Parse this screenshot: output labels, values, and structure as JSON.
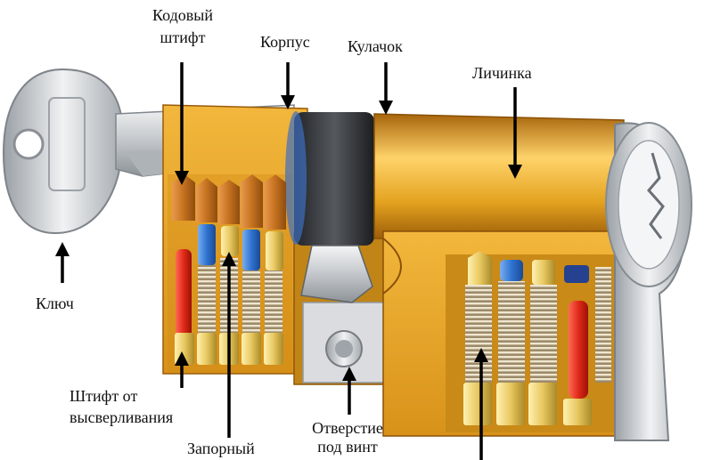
{
  "labels": {
    "code_pin_l1": "Кодовый",
    "code_pin_l2": "штифт",
    "body": "Корпус",
    "cam": "Кулачок",
    "plug": "Личинка",
    "key": "Ключ",
    "drill_pin_l1": "Штифт от",
    "drill_pin_l2": "высверливания",
    "lock_pin": "Запорный",
    "screw_hole_l1": "Отверстие",
    "screw_hole_l2": "под винт"
  },
  "colors": {
    "brass": "#e3a21f",
    "brass_light": "#ffd36a",
    "steel": "#c9cdd2",
    "drill_pin": "#e02a1a",
    "code_pin_top": "#c5721f",
    "driver_pin": "#2f73d0"
  }
}
